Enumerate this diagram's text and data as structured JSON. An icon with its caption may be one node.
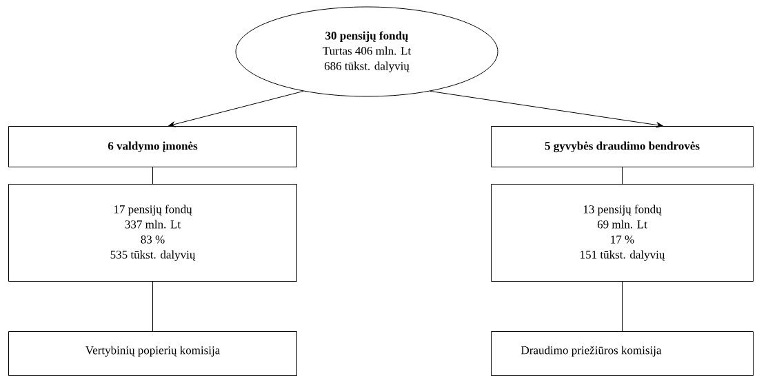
{
  "diagram": {
    "nodes": [
      {
        "text": [
          "30 pensijų fondų",
          "Turtas 406 mln. Lt",
          "686 tūkst. dalyvių"
        ]
      },
      {
        "text": [
          "6 valdymo įmonės"
        ]
      },
      {
        "text": [
          "5 gyvybės draudimo bendrovės"
        ]
      },
      {
        "text": [
          "17 pensijų fondų",
          "337 mln. Lt",
          "83 %",
          "535 tūkst. dalyvių"
        ]
      },
      {
        "text": [
          "13 pensijų fondų",
          "69 mln. Lt",
          "17 %",
          "151 tūkst. dalyvių"
        ]
      },
      {
        "text": [
          "Vertybinių popierių komisija"
        ]
      },
      {
        "text": [
          "Draudimo priežiūros komisija"
        ]
      }
    ],
    "edges": [
      {
        "from": 0,
        "to": 1,
        "arrow": "to"
      },
      {
        "from": 0,
        "to": 2,
        "arrow": "to"
      },
      {
        "from": 1,
        "to": 3,
        "arrow": "none"
      },
      {
        "from": 3,
        "to": 5,
        "arrow": "none"
      },
      {
        "from": 2,
        "to": 4,
        "arrow": "none"
      },
      {
        "from": 4,
        "to": 6,
        "arrow": "none"
      }
    ]
  }
}
